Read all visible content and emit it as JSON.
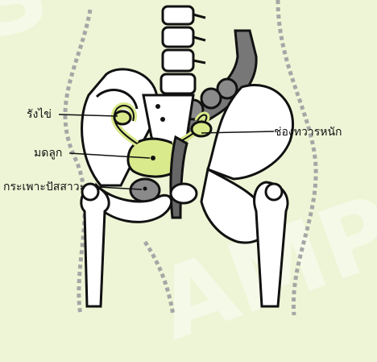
{
  "labels": {
    "ovary": "รังไข่",
    "uterus": "มดลูก",
    "bladder": "กระเพาะปัสสาวะ",
    "rectum": "ช่องทวารหนัก"
  },
  "watermark": {
    "top_left": "S",
    "bottom_right": "AMPL"
  },
  "colors": {
    "background": "#eef5d6",
    "bone": "#ffffff",
    "outline": "#111111",
    "organ_green": "#d9ea8c",
    "organ_gray": "#8a8a8a",
    "dark_gray": "#666666",
    "dashed_body": "#a6a6a6"
  }
}
